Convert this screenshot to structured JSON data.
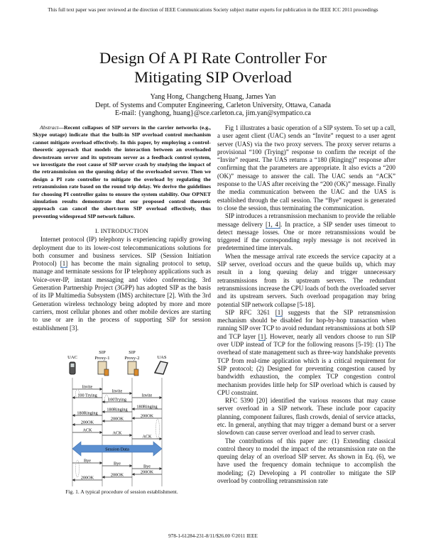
{
  "header": "This full text paper was peer reviewed at the direction of IEEE Communications Society subject matter experts for publication in the IEEE ICC 2011 proceedings",
  "title_line1": "Design Of A PI Rate Controller For",
  "title_line2": "Mitigating SIP Overload",
  "authors": "Yang Hong, Changcheng Huang, James Yan",
  "affiliation": "Dept. of Systems and Computer Engineering, Carleton University, Ottawa, Canada",
  "email": "E-mail: {yanghong, huang}@sce.carleton.ca, jim.yan@sympatico.ca",
  "abstract_label": "Abstract",
  "abstract": "—Recent collapses of SIP servers in the carrier networks (e.g., Skype outage) indicate that the built-in SIP overload control mechanism cannot mitigate overload effectively. In this paper, by employing a control-theoretic approach that models the interaction between an overloaded downstream server and its upstream server as a feedback control system, we investigate the root cause of SIP server crash by studying the impact of the retransmission on the queuing delay of the overloaded server. Then we design a PI rate controller to mitigate the overload by regulating the retransmission rate based on the round trip delay. We derive the guidelines for choosing PI controller gains to ensure the system stability. Our OPNET simulation results demonstrate that our proposed control theoretic approach can cancel the short-term SIP overload effectively, thus preventing widespread SIP network failure.",
  "section_heading": "I. INTRODUCTION",
  "intro_p1": {
    "a": "Internet protocol (IP) telephony is experiencing rapidly growing deployment due to its lower-cost telecommunications solutions for both consumer and business services. SIP (Session Initiation Protocol) ",
    "ref": "[1]",
    "b": " has become the main signaling protocol to setup, manage and terminate sessions for IP telephony applications such as Voice-over-IP, instant messaging and video conferencing. 3rd Generation Partnership Project (3GPP) has adopted SIP as the basis of its IP Multimedia Subsystem (IMS) architecture [2]. With the 3rd Generation wireless technology being adopted by more and more carriers, most cellular phones and other mobile devices are starting to use or are in the process of supporting SIP for session establishment [3]."
  },
  "figure": {
    "entities": [
      "UAC",
      "SIP Proxy-1",
      "SIP Proxy-2",
      "UAS"
    ],
    "entity_top": [
      "",
      "SIP",
      "SIP",
      ""
    ],
    "entity_bottom": [
      "UAC",
      "Proxy-1",
      "Proxy-2",
      "UAS"
    ],
    "messages": [
      {
        "label": "Invite",
        "from": 0,
        "to": 1
      },
      {
        "label": "Invite",
        "from": 1,
        "to": 2
      },
      {
        "label": "100 Trying",
        "from": 1,
        "to": 0
      },
      {
        "label": "Invite",
        "from": 2,
        "to": 3
      },
      {
        "label": "100Trying",
        "from": 2,
        "to": 1
      },
      {
        "label": "180Ringing",
        "from": 3,
        "to": 2
      },
      {
        "label": "180Ringing",
        "from": 2,
        "to": 1
      },
      {
        "label": "180Ringing",
        "from": 1,
        "to": 0
      },
      {
        "label": "200OK",
        "from": 3,
        "to": 2
      },
      {
        "label": "200OK",
        "from": 2,
        "to": 1
      },
      {
        "label": "200OK",
        "from": 1,
        "to": 0
      },
      {
        "label": "ACK",
        "from": 0,
        "to": 1
      },
      {
        "label": "ACK",
        "from": 1,
        "to": 2
      },
      {
        "label": "ACK",
        "from": 2,
        "to": 3
      },
      {
        "label": "Bye",
        "from": 0,
        "to": 1
      },
      {
        "label": "Bye",
        "from": 1,
        "to": 2
      },
      {
        "label": "Bye",
        "from": 2,
        "to": 3
      },
      {
        "label": "200OK",
        "from": 3,
        "to": 2
      },
      {
        "label": "200OK",
        "from": 2,
        "to": 1
      },
      {
        "label": "200OK",
        "from": 1,
        "to": 0
      }
    ],
    "session_label": "Session Data",
    "session_color": "#5b8fd0",
    "caption": "Fig. 1. A typical procedure of session establishment."
  },
  "right": {
    "p1": "Fig 1 illustrates a basic operation of a SIP system. To set up a call, a user agent client (UAC) sends an “Invite” request to a user agent server (UAS) via the two proxy servers. The proxy server returns a provisional “100 (Trying)” response to confirm the receipt of the “Invite” request. The UAS returns a “180 (Ringing)” response after confirming that the parameters are appropriate. It also evicts a “200 (OK)” message to answer the call. The UAC sends an “ACK” response to the UAS after receiving the “200 (OK)” message. Finally the media communication between the UAC and the UAS is established through the call session. The “Bye” request is generated to close the session, thus terminating the communication.",
    "p2": {
      "a": "SIP introduces a retransmission mechanism to provide the reliable message delivery ",
      "ref": "[1, 4]",
      "b": ". In practice, a SIP sender uses timeout to detect message losses. One or more retransmissions would be triggered if the corresponding reply message is not received in predetermined time intervals."
    },
    "p3": "When the message arrival rate exceeds the service capacity at a SIP server, overload occurs and the queue builds up, which may result in a long queuing delay and trigger unnecessary retransmissions from its upstream servers. The redundant retransmissions increase the CPU loads of both the overloaded server and its upstream servers. Such overload propagation may bring potential SIP network collapse [5-18].",
    "p4": {
      "a": "SIP RFC 3261 ",
      "ref1": "[1]",
      "b": " suggests that the SIP retransmission mechanism should be disabled for hop-by-hop transaction when running SIP over TCP to avoid redundant retransmissions at both SIP and TCP layer ",
      "ref2": "[1]",
      "c": ". However, nearly all vendors choose to run SIP over UDP instead of TCP for the following reasons [5-19]: (1) The overhead of state management such as three-way handshake prevents TCP from real-time application which is a critical requirement for SIP protocol; (2) Designed for preventing congestion caused by bandwidth exhaustion, the complex TCP congestion control mechanism provides little help for SIP overload which is caused by CPU constraint."
    },
    "p5": "RFC 5390 [20] identified the various reasons that may cause server overload in a SIP network. These include poor capacity planning, component failures, flash crowds, denial of service attacks, etc. In general, anything that may trigger a demand burst or a server slowdown can cause server overload and lead to server crash.",
    "p6": "The contributions of this paper are: (1) Extending classical control theory to model the impact of the retransmission rate on the queuing delay of an overload SIP server. As shown in Eq. (6), we have used the frequency domain technique to accomplish the modeling; (2) Developing a PI controller to mitigate the SIP overload by controlling retransmission rate"
  },
  "footer": "978-1-61284-231-8/11/$26.00 ©2011 IEEE"
}
